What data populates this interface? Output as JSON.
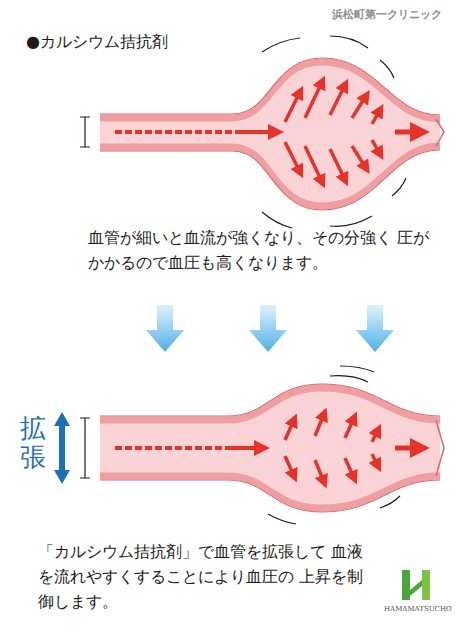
{
  "diagram": {
    "title": "●カルシウム拮抗剤",
    "labels": [
      "浜松町第一クリニック",
      "血管が細いと血流が強くなり、その分強く 圧がかかるので血圧も高くなります。",
      "拡張",
      "「カルシウム拮抗剤」で血管を拡張して 血液を流れやすくすることにより血圧の 上昇を制御します。",
      "HAMAMATSUCHO"
    ]
  }
}
